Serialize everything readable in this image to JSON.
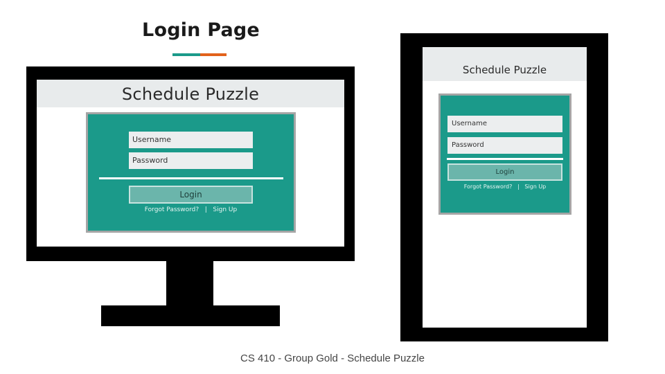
{
  "slide": {
    "title": "Login Page",
    "accent_colors": [
      "#1b9a8a",
      "#e2621b"
    ],
    "footer": "CS 410 - Group Gold - Schedule Puzzle"
  },
  "desktop_mockup": {
    "app_title": "Schedule Puzzle",
    "username_placeholder": "Username",
    "password_placeholder": "Password",
    "login_label": "Login",
    "forgot_password_label": "Forgot Password?",
    "separator": "|",
    "sign_up_label": "Sign Up"
  },
  "mobile_mockup": {
    "app_title": "Schedule Puzzle",
    "username_placeholder": "Username",
    "password_placeholder": "Password",
    "login_label": "Login",
    "forgot_password_label": "Forgot Password?",
    "separator": "|",
    "sign_up_label": "Sign Up"
  },
  "colors": {
    "card": "#1b9a8a",
    "card_border": "#a5a5a5",
    "button": "#6bb5ab",
    "header": "#e8ebec",
    "device_frame": "#000000"
  }
}
